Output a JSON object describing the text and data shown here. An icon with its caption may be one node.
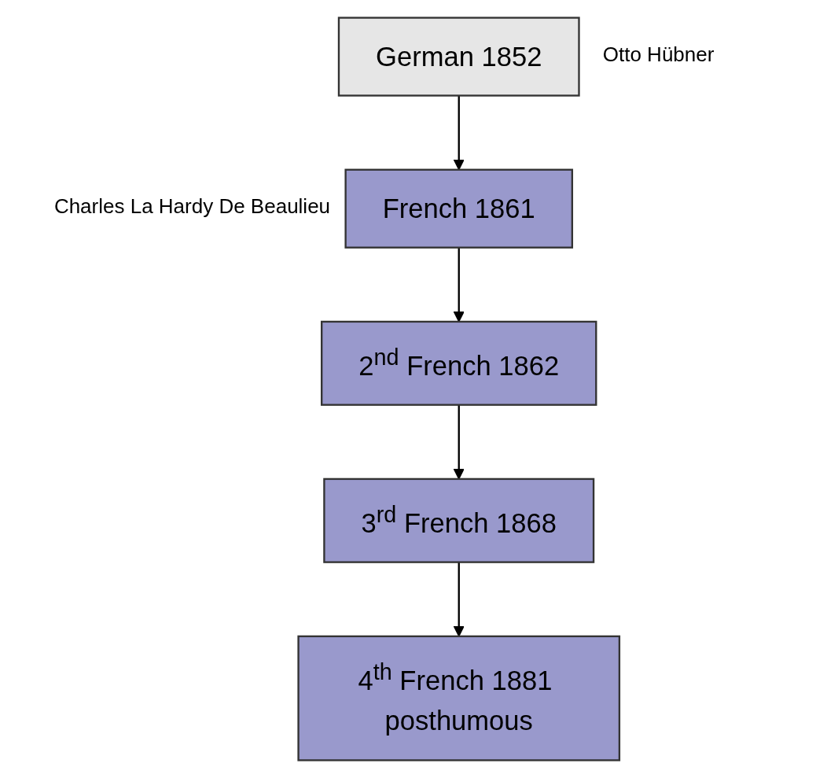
{
  "diagram": {
    "nodes": [
      {
        "text": [
          "German 1852"
        ],
        "beside": [
          "Otto Hübner"
        ]
      },
      {
        "text": [
          "French 1861"
        ],
        "beside": [
          "Charles La Hardy De Beaulieu"
        ]
      },
      {
        "text": [
          "2$^{nd}$ French 1862"
        ]
      },
      {
        "text": [
          "3$^{rd}$ French 1868"
        ]
      },
      {
        "text": [
          "4$^{th}$ French 1881 posthumous"
        ]
      }
    ],
    "edges": [
      {
        "from": 0,
        "to": 1,
        "arrow": "to"
      },
      {
        "from": 1,
        "to": 2,
        "arrow": "to"
      },
      {
        "from": 2,
        "to": 3,
        "arrow": "to"
      },
      {
        "from": 3,
        "to": 4,
        "arrow": "to"
      }
    ]
  }
}
